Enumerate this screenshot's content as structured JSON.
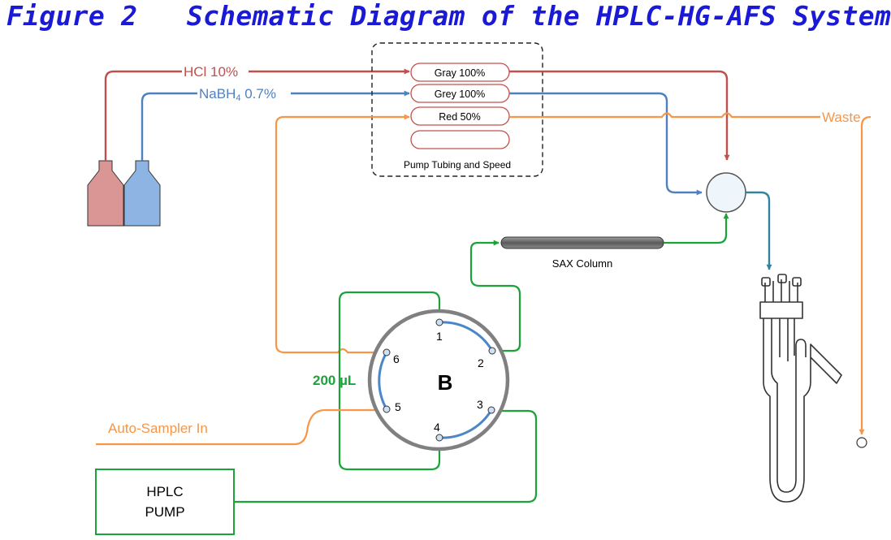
{
  "figure": {
    "title": "Figure 2   Schematic Diagram of the HPLC-HG-AFS System"
  },
  "labels": {
    "hcl": "HCl 10%",
    "nabh4_main": "NaBH",
    "nabh4_sub": "4",
    "nabh4_conc": " 0.7%",
    "waste": "Waste",
    "auto_sampler": "Auto-Sampler In",
    "sample_loop": "200 µL",
    "sax_column": "SAX Column",
    "pump_tubing": "Pump Tubing and Speed",
    "valve": "B",
    "hplc_pump_line1": "HPLC",
    "hplc_pump_line2": "PUMP"
  },
  "pump_tubing": [
    "Gray 100%",
    "Grey 100%",
    "Red 50%",
    ""
  ],
  "valve_ports": [
    "1",
    "2",
    "3",
    "4",
    "5",
    "6"
  ],
  "colors": {
    "title": "#1a1ad6",
    "hcl": "#c0504d",
    "nabh4": "#4f81bd",
    "sample": "#f79646",
    "hplc": "#1ba33a",
    "hcl_bottle": "#d99694",
    "nabh4_bottle": "#8eb4e3",
    "column": "#7f7f7f",
    "outlet": "#31849b",
    "valve_ring": "#808080",
    "valve_groove": "#4a86c8"
  }
}
